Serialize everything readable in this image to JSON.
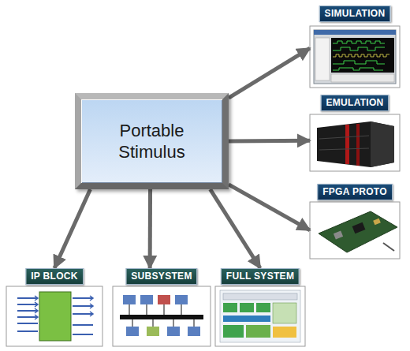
{
  "diagram": {
    "nodes": [
      {
        "text": [
          "Portable Stimulus"
        ]
      },
      {
        "text": [
          "SIMULATION"
        ]
      },
      {
        "text": [
          "EMULATION"
        ]
      },
      {
        "text": [
          "FPGA PROTO"
        ]
      },
      {
        "text": [
          "IP BLOCK"
        ]
      },
      {
        "text": [
          "SUBSYSTEM"
        ]
      },
      {
        "text": [
          "FULL SYSTEM"
        ]
      }
    ],
    "edges": [
      {
        "from": 0,
        "to": 1,
        "arrow": "to"
      },
      {
        "from": 0,
        "to": 2,
        "arrow": "to"
      },
      {
        "from": 0,
        "to": 3,
        "arrow": "to"
      },
      {
        "from": 0,
        "to": 4,
        "arrow": "to"
      },
      {
        "from": 0,
        "to": 5,
        "arrow": "to"
      },
      {
        "from": 0,
        "to": 6,
        "arrow": "to"
      }
    ]
  }
}
